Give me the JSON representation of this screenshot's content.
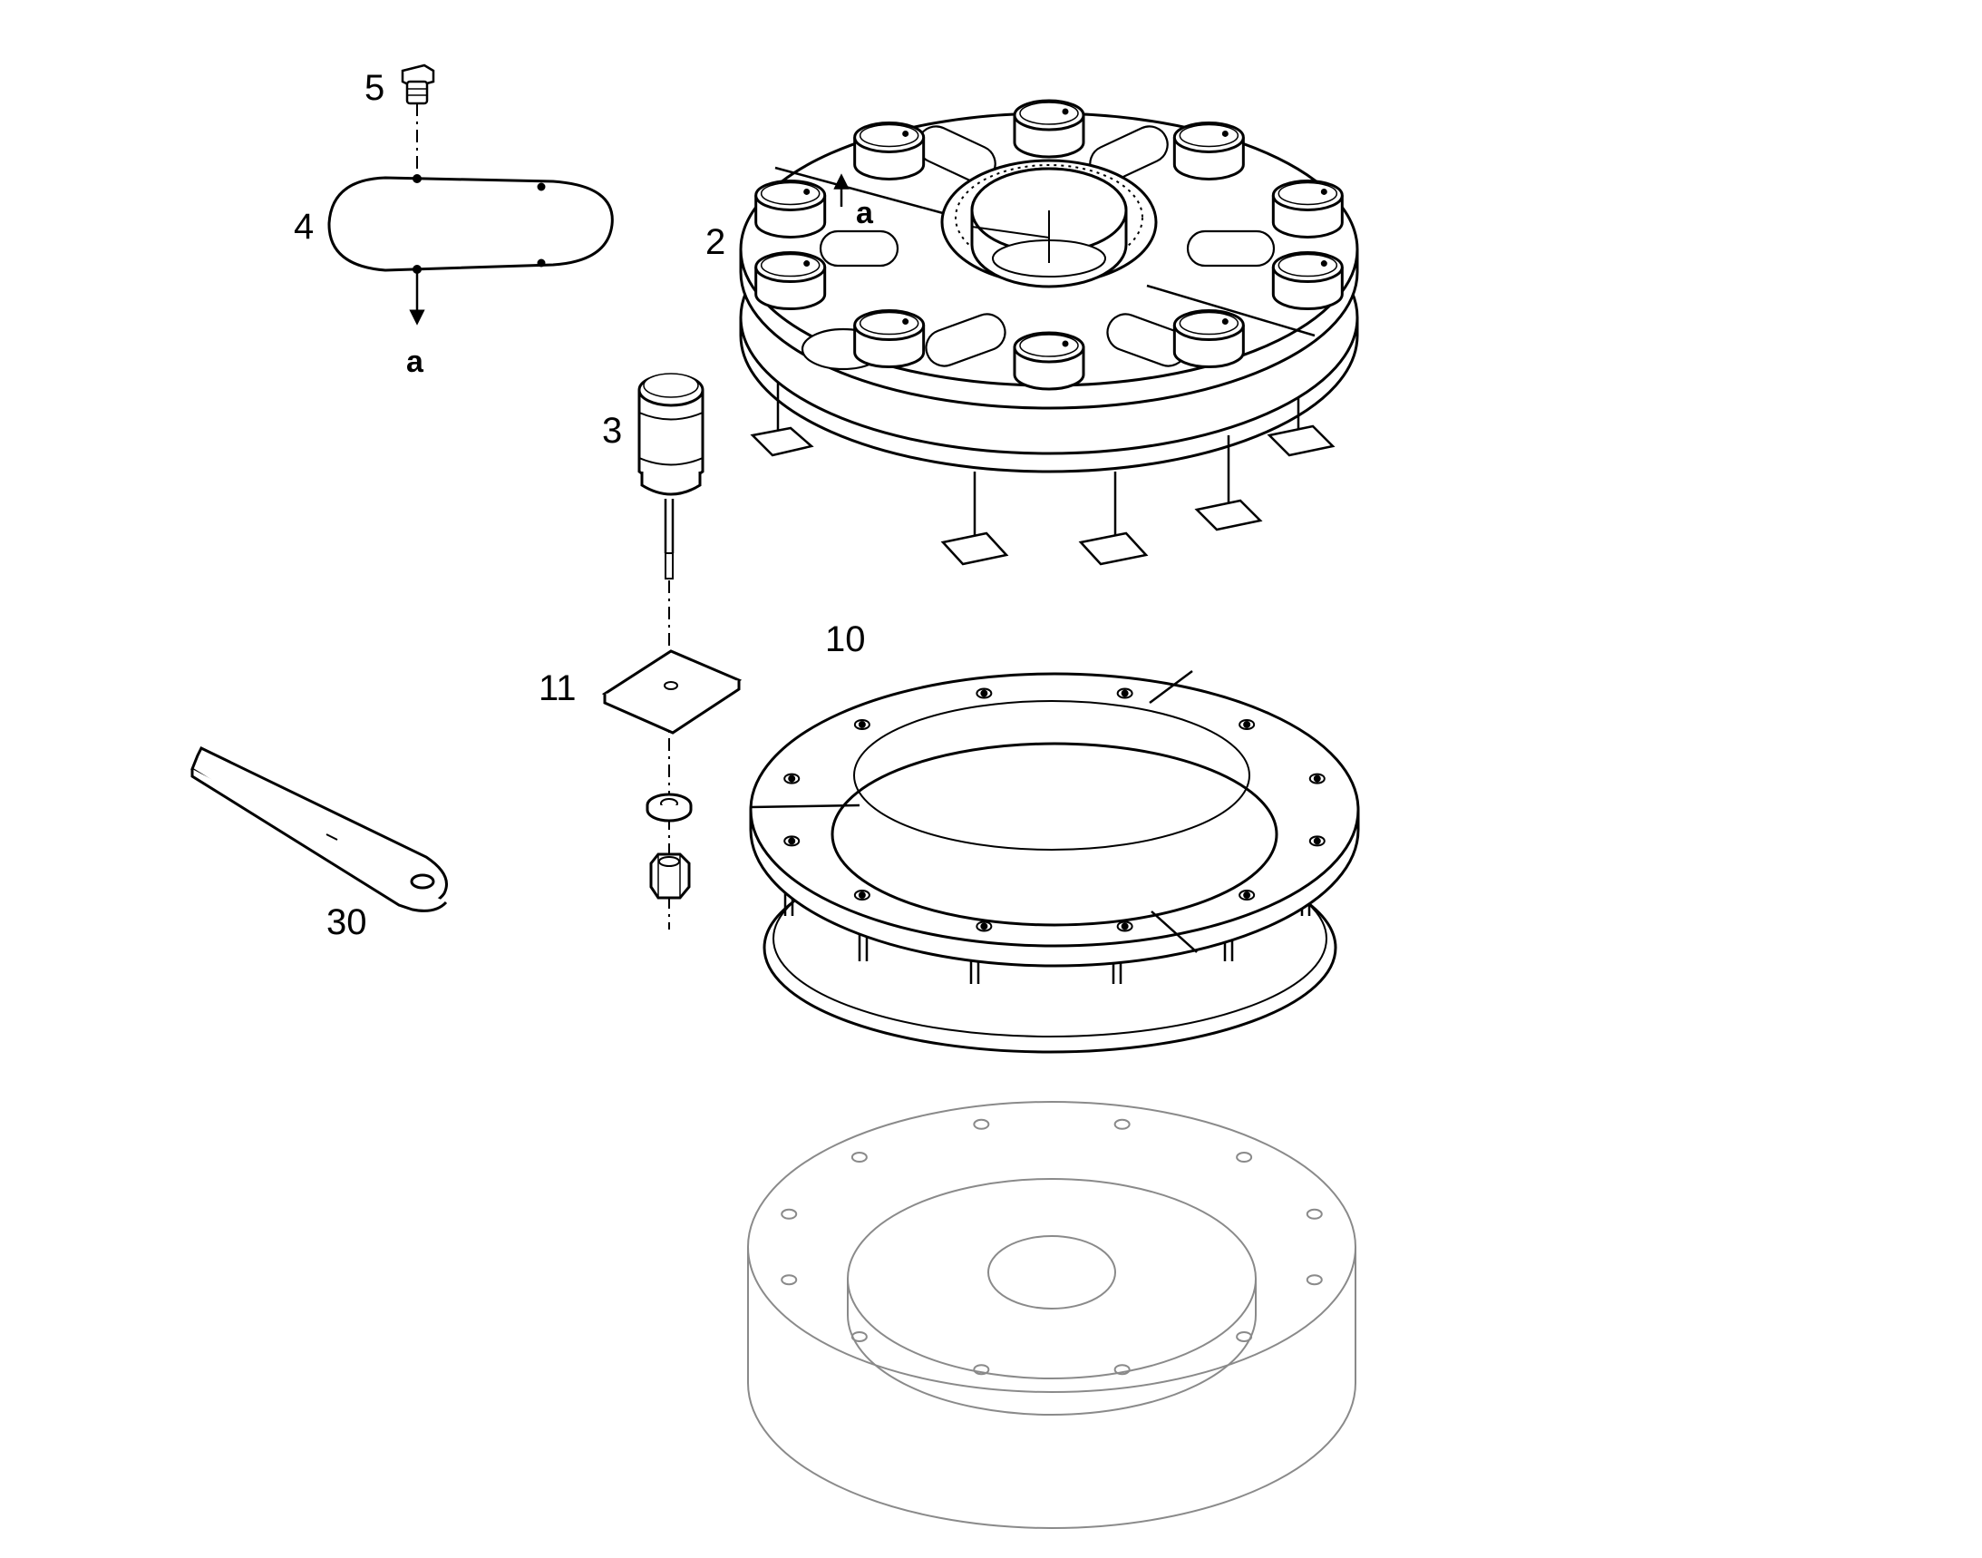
{
  "diagram": {
    "callouts": {
      "part_2": "2",
      "part_3": "3",
      "part_4": "4",
      "part_5": "5",
      "part_10": "10",
      "part_11": "11",
      "part_30": "30"
    },
    "arrow_label_cover": "a",
    "arrow_label_hub": "a"
  },
  "colors": {
    "line": "#000000",
    "ghost_line": "#8a8a8a",
    "background": "#ffffff"
  }
}
